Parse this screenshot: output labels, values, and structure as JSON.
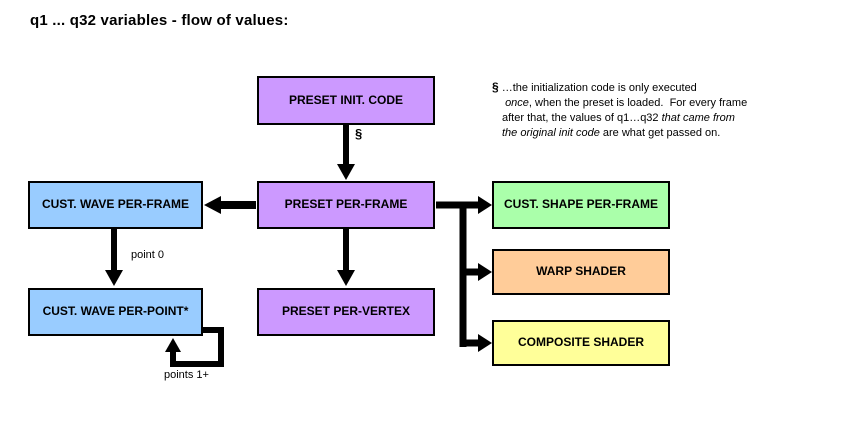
{
  "title": "q1 ... q32 variables - flow of values:",
  "note": {
    "marker": "§",
    "segments": [
      {
        "text": " …the initialization code is only executed\n ",
        "style": "normal"
      },
      {
        "text": "once",
        "style": "italic"
      },
      {
        "text": ", when the preset is loaded.  For every frame\nafter that, the values of q1…q32 ",
        "style": "normal"
      },
      {
        "text": "that came from\nthe original init code",
        "style": "italic"
      },
      {
        "text": " are what get passed on.",
        "style": "normal"
      }
    ]
  },
  "boxes": {
    "preset_init_code": {
      "label": "PRESET INIT. CODE",
      "color": "#cc99ff"
    },
    "preset_per_frame": {
      "label": "PRESET PER-FRAME",
      "color": "#cc99ff"
    },
    "preset_per_vertex": {
      "label": "PRESET PER-VERTEX",
      "color": "#cc99ff"
    },
    "cust_wave_per_frame": {
      "label": "CUST. WAVE PER-FRAME",
      "color": "#99ccff"
    },
    "cust_wave_per_point": {
      "label": "CUST. WAVE PER-POINT*",
      "color": "#99ccff"
    },
    "cust_shape_per_frame": {
      "label": "CUST. SHAPE PER-FRAME",
      "color": "#aaffaa"
    },
    "warp_shader": {
      "label": "WARP SHADER",
      "color": "#ffcc99"
    },
    "composite_shader": {
      "label": "COMPOSITE SHADER",
      "color": "#ffff99"
    }
  },
  "edge_labels": {
    "init_paragraph_marker": "§",
    "point_zero": "point 0",
    "points_one_plus": "points 1+"
  },
  "colors": {
    "arrow": "#000000",
    "box_border": "#000000",
    "background": "#ffffff",
    "text": "#000000"
  }
}
